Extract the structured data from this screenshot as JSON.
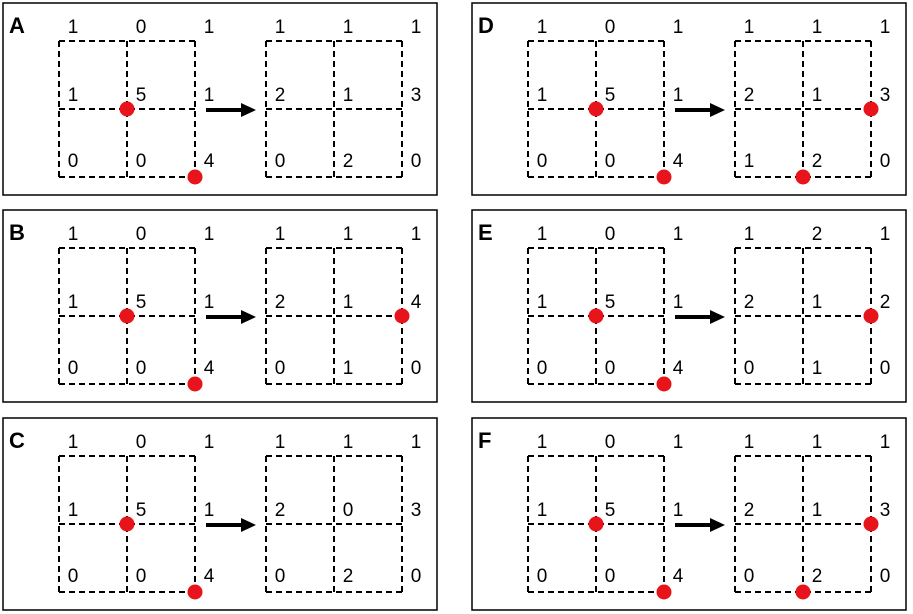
{
  "panels": [
    {
      "label": "A",
      "before": {
        "values": [
          "1",
          "0",
          "1",
          "1",
          "5",
          "1",
          "0",
          "0",
          "4"
        ],
        "red_dots": [
          4,
          8
        ]
      },
      "after": {
        "values": [
          "1",
          "1",
          "1",
          "2",
          "1",
          "3",
          "0",
          "2",
          "0"
        ],
        "red_dots": []
      }
    },
    {
      "label": "B",
      "before": {
        "values": [
          "1",
          "0",
          "1",
          "1",
          "5",
          "1",
          "0",
          "0",
          "4"
        ],
        "red_dots": [
          4,
          8
        ]
      },
      "after": {
        "values": [
          "1",
          "1",
          "1",
          "2",
          "1",
          "4",
          "0",
          "1",
          "0"
        ],
        "red_dots": [
          5
        ]
      }
    },
    {
      "label": "C",
      "before": {
        "values": [
          "1",
          "0",
          "1",
          "1",
          "5",
          "1",
          "0",
          "0",
          "4"
        ],
        "red_dots": [
          4,
          8
        ]
      },
      "after": {
        "values": [
          "1",
          "1",
          "1",
          "2",
          "0",
          "3",
          "0",
          "2",
          "0"
        ],
        "red_dots": []
      }
    },
    {
      "label": "D",
      "before": {
        "values": [
          "1",
          "0",
          "1",
          "1",
          "5",
          "1",
          "0",
          "0",
          "4"
        ],
        "red_dots": [
          4,
          8
        ]
      },
      "after": {
        "values": [
          "1",
          "1",
          "1",
          "2",
          "1",
          "3",
          "1",
          "2",
          "0"
        ],
        "red_dots": [
          5,
          7
        ]
      }
    },
    {
      "label": "E",
      "before": {
        "values": [
          "1",
          "0",
          "1",
          "1",
          "5",
          "1",
          "0",
          "0",
          "4"
        ],
        "red_dots": [
          4,
          8
        ]
      },
      "after": {
        "values": [
          "1",
          "2",
          "1",
          "2",
          "1",
          "2",
          "0",
          "1",
          "0"
        ],
        "red_dots": [
          5
        ]
      }
    },
    {
      "label": "F",
      "before": {
        "values": [
          "1",
          "0",
          "1",
          "1",
          "5",
          "1",
          "0",
          "0",
          "4"
        ],
        "red_dots": [
          4,
          8
        ]
      },
      "after": {
        "values": [
          "1",
          "1",
          "1",
          "2",
          "1",
          "3",
          "0",
          "2",
          "0"
        ],
        "red_dots": [
          5,
          7
        ]
      }
    }
  ],
  "colors": {
    "dot": "#e8141b",
    "line": "#000000",
    "frame": "#000000"
  }
}
